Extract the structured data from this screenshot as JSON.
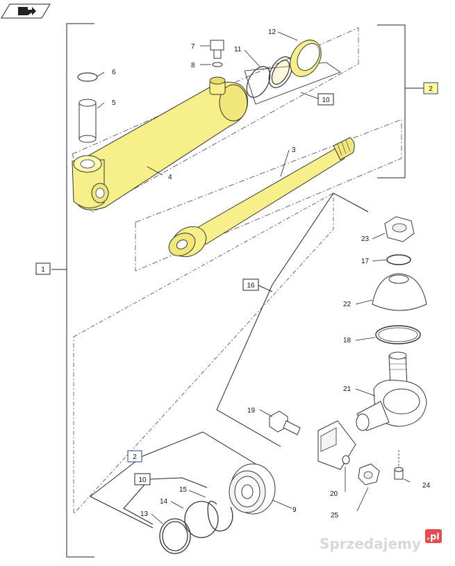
{
  "colors": {
    "part_fill": "#f7f08a",
    "part_stroke": "#333333",
    "line": "#222222",
    "highlight_box_fill": "#ffff99",
    "highlight_box_stroke": "#1f3f8f",
    "watermark": "#d8d8d8",
    "watermark_badge": "#e64a4a"
  },
  "nav_icon": "book-arrow-icon",
  "assembly_labels": {
    "main": "1",
    "cylinder_kit_top": "2",
    "cylinder_kit_bottom": "2",
    "seal_kit_top": "10",
    "seal_kit_bottom": "10",
    "tie_rod_kit": "16"
  },
  "callouts": [
    "3",
    "4",
    "5",
    "6",
    "7",
    "8",
    "9",
    "11",
    "12",
    "13",
    "14",
    "15",
    "17",
    "18",
    "19",
    "20",
    "21",
    "22",
    "23",
    "24",
    "25"
  ],
  "watermark": {
    "text": "Sprzedajemy",
    "badge": ".pl"
  }
}
